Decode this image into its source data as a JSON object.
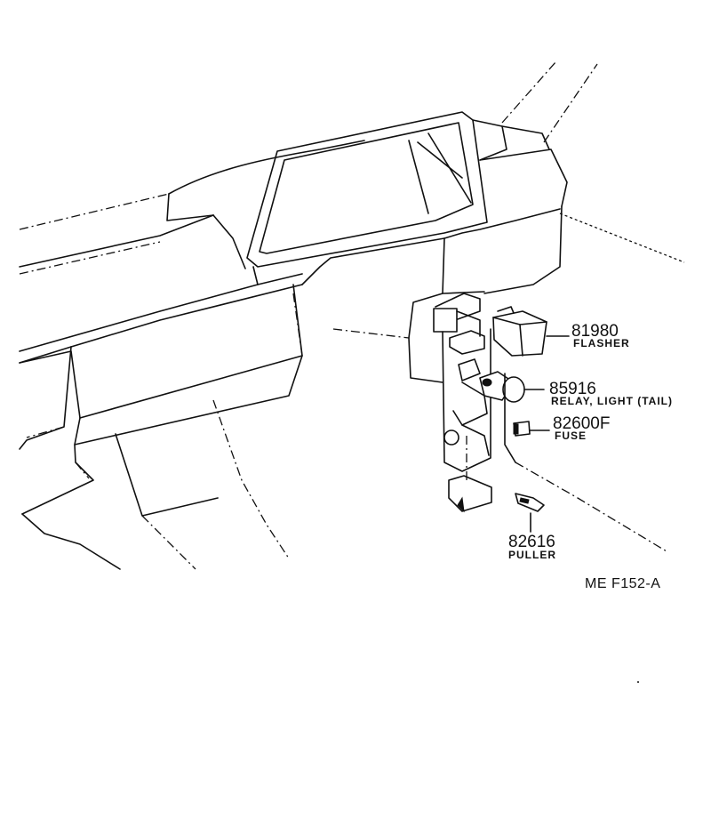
{
  "parts": [
    {
      "number": "81980",
      "name": "FLASHER"
    },
    {
      "number": "85916",
      "name": "RELAY, LIGHT (TAIL)"
    },
    {
      "number": "82600F",
      "name": "FUSE"
    },
    {
      "number": "82616",
      "name": "PULLER"
    }
  ],
  "figure_ref": "ME  F152-A"
}
